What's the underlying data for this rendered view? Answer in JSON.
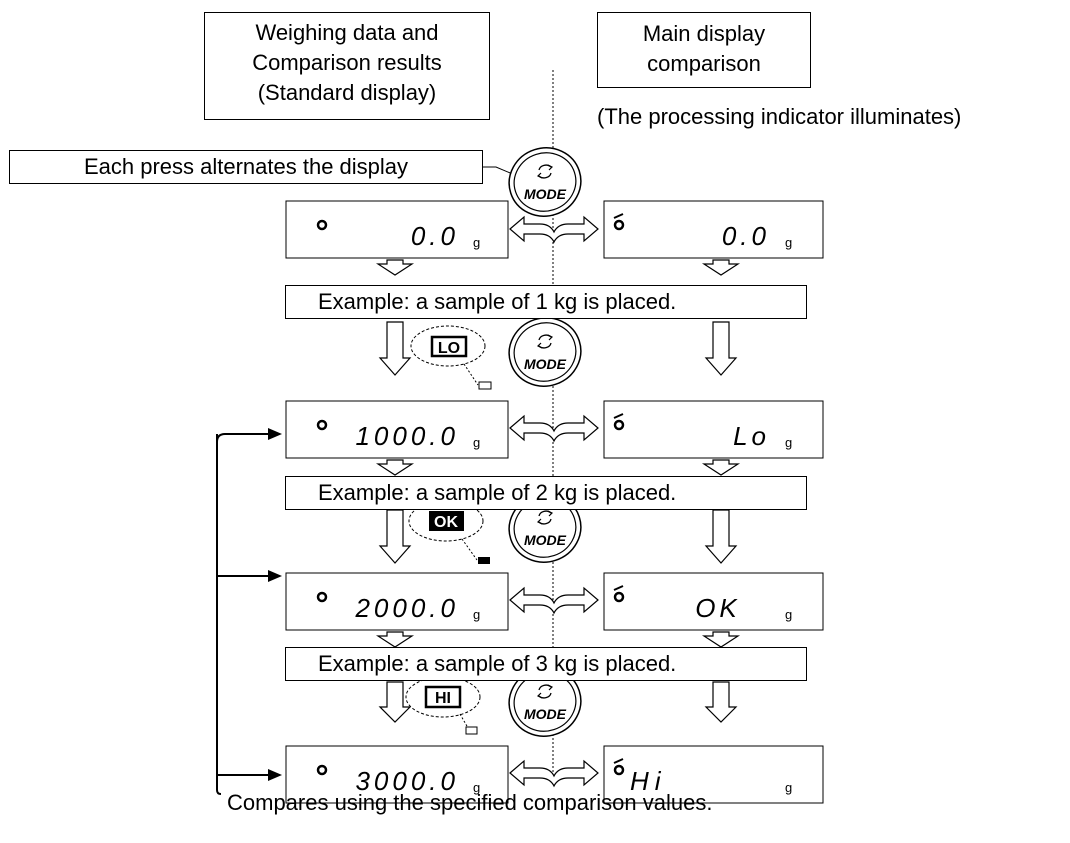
{
  "headers": {
    "left": [
      "Weighing data and",
      "Comparison results",
      "(Standard display)"
    ],
    "right": [
      "Main display",
      "comparison"
    ]
  },
  "indicator_note": "(The processing indicator illuminates)",
  "callout": "Each press alternates the display",
  "mode_label": "MODE",
  "unit": "g",
  "rows": [
    {
      "left_value": "0.0",
      "right_value": "0.0",
      "badge": ""
    },
    {
      "left_value": "1000.0",
      "right_value": "Lo",
      "badge": "LO"
    },
    {
      "left_value": "2000.0",
      "right_value": "OK",
      "badge": "OK"
    },
    {
      "left_value": "3000.0",
      "right_value": "Hi",
      "badge": "HI"
    }
  ],
  "examples": [
    "Example: a sample of 1 kg is placed.",
    "Example: a sample of 2 kg is placed.",
    "Example: a sample of 3 kg is placed."
  ],
  "footer": "Compares using the specified comparison values."
}
